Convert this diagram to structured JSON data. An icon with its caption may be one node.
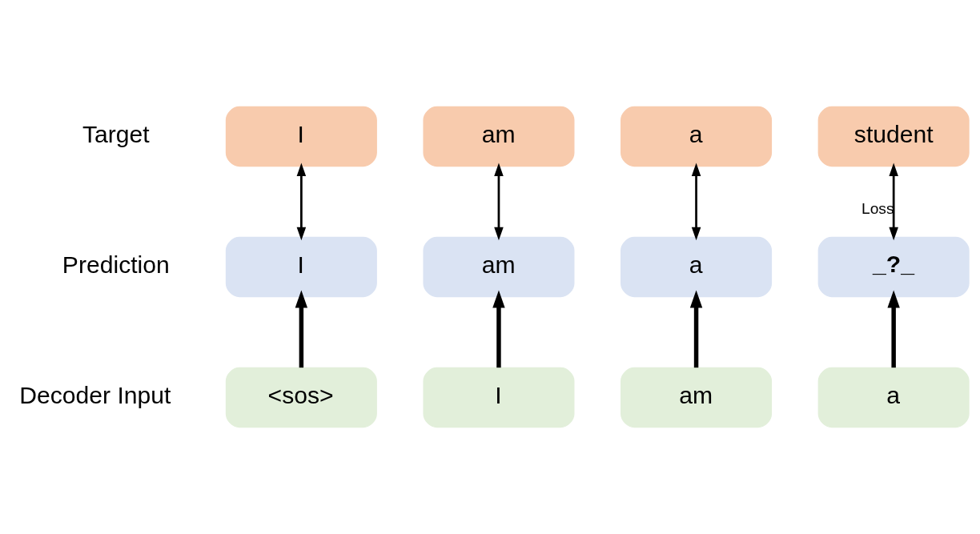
{
  "diagram": {
    "nodes": [
      {
        "text": [
          "I"
        ]
      },
      {
        "text": [
          "am"
        ]
      },
      {
        "text": [
          "a"
        ]
      },
      {
        "text": [
          "student"
        ]
      },
      {
        "text": [
          "I"
        ]
      },
      {
        "text": [
          "am"
        ]
      },
      {
        "text": [
          "a"
        ]
      },
      {
        "text": [
          "_?_"
        ]
      },
      {
        "text": [
          "<sos>"
        ]
      },
      {
        "text": [
          "I"
        ]
      },
      {
        "text": [
          "am"
        ]
      },
      {
        "text": [
          "a"
        ]
      }
    ],
    "edges": [
      {
        "from": 4,
        "to": 0,
        "arrow": "both"
      },
      {
        "from": 5,
        "to": 1,
        "arrow": "both"
      },
      {
        "from": 6,
        "to": 2,
        "arrow": "both"
      },
      {
        "from": 7,
        "to": 3,
        "arrow": "both",
        "label": "Loss"
      },
      {
        "from": 8,
        "to": 4,
        "arrow": "to",
        "style": "thick"
      },
      {
        "from": 9,
        "to": 5,
        "arrow": "to",
        "style": "thick"
      },
      {
        "from": 10,
        "to": 6,
        "arrow": "to",
        "style": "thick"
      },
      {
        "from": 11,
        "to": 7,
        "arrow": "to",
        "style": "thick"
      }
    ],
    "labels": [
      "Target",
      "Prediction",
      "Decoder Input"
    ]
  }
}
